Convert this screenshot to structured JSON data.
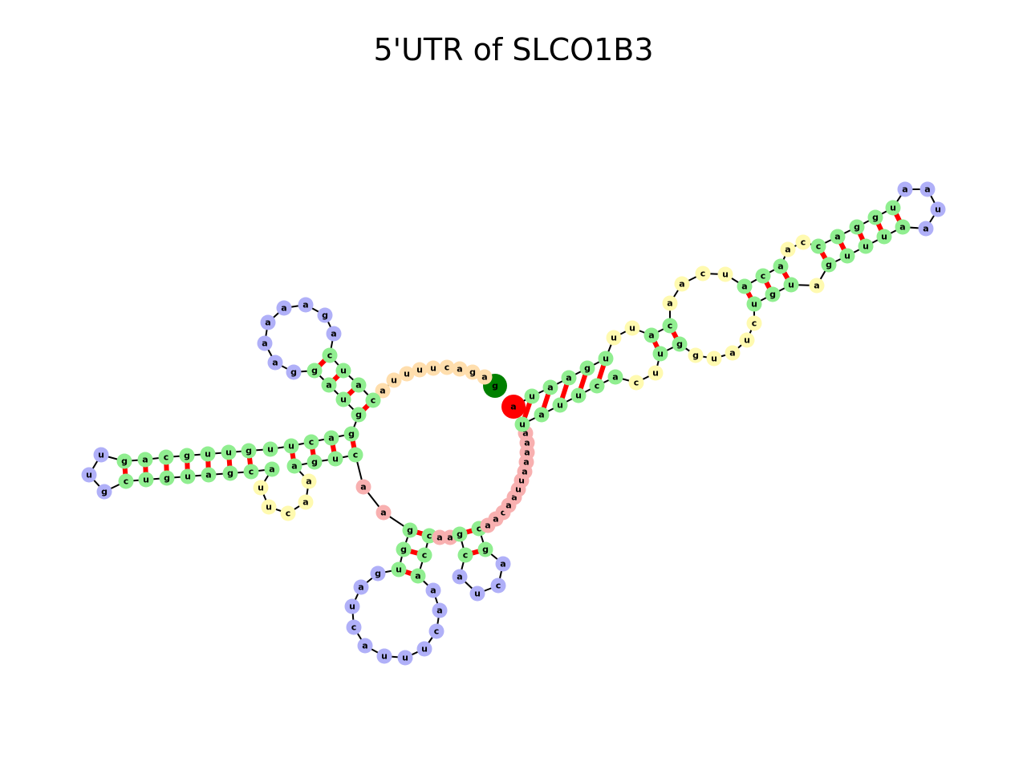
{
  "title": "5'UTR of SLCO1B3",
  "colors": {
    "stem": "#90EE90",
    "hairpin_loop": "#B0B0F8",
    "interior_loop": "#FFFAB0",
    "five_prime_unpaired": "#FFDEAD",
    "three_prime_unpaired": "#F8B0B0",
    "five_prime_end": "#008000",
    "three_prime_end": "#FF0000",
    "pair_bond": "#FF0000",
    "backbone": "#000000"
  },
  "structure": {
    "five_prime_end": "g",
    "five_prime_tail": [
      "a",
      "g",
      "a",
      "c",
      "u",
      "u",
      "u",
      "u",
      "a",
      "a"
    ],
    "multiloop_link": [
      "a",
      "a"
    ],
    "exterior_link": [
      "a",
      "a"
    ],
    "three_prime_tail": [
      "a",
      "a",
      "c",
      "a",
      "a",
      "u",
      "u",
      "a",
      "a",
      "a",
      "a",
      "a"
    ],
    "three_prime_end": "a",
    "helices": [
      {
        "name": "right-arm",
        "five_prime": [
          "u",
          "a",
          "a",
          "g",
          "a",
          "u",
          "c",
          "a",
          "a",
          "c",
          "g",
          "c",
          "a",
          "a"
        ],
        "three_prime": [
          "u",
          "u",
          "u",
          "g",
          "a",
          "u",
          "u",
          "c",
          "u",
          "u",
          "g",
          "u",
          "u",
          "a",
          "u",
          "a"
        ],
        "pairs": [
          [
            "u",
            "a"
          ],
          [
            "a",
            "u"
          ],
          [
            "a",
            "u"
          ],
          [
            "g",
            "c"
          ],
          [
            "a",
            "u"
          ],
          [
            "u",
            "a"
          ],
          [
            "c",
            "g"
          ],
          [
            "u",
            "a"
          ],
          [
            "a",
            "u"
          ],
          [
            "c",
            "g"
          ],
          [
            "a",
            "u"
          ],
          [
            "g",
            "c"
          ],
          [
            "c",
            "g"
          ],
          [
            "a",
            "u"
          ],
          [
            "g",
            "u"
          ],
          [
            "g",
            "u"
          ],
          [
            "u",
            "a"
          ]
        ],
        "interior_loops": [
          {
            "five_prime": [
              "u",
              "u"
            ],
            "three_prime": [
              "c",
              "u"
            ]
          },
          {
            "five_prime": [
              "a",
              "a",
              "c",
              "u"
            ],
            "three_prime": [
              "c",
              "u",
              "u",
              "a",
              "u",
              "g"
            ]
          },
          {
            "five_prime": [
              "a",
              "c"
            ],
            "three_prime": [
              "a"
            ]
          }
        ],
        "hairpin_loop": [
          "a",
          "a",
          "u",
          "a"
        ]
      },
      {
        "name": "upper-left-arm",
        "pairs": [
          [
            "g",
            "c"
          ],
          [
            "u",
            "a"
          ],
          [
            "a",
            "c"
          ],
          [
            "c",
            "u"
          ],
          [
            "g",
            "u"
          ]
        ],
        "hairpin_loop": [
          "a",
          "g",
          "a",
          "a",
          "a",
          "a",
          "g",
          "a"
        ]
      },
      {
        "name": "left-arm",
        "pairs": [
          [
            "g",
            "c"
          ],
          [
            "a",
            "u"
          ],
          [
            "c",
            "g"
          ],
          [
            "u",
            "a"
          ],
          [
            "u",
            "c"
          ],
          [
            "g",
            "a"
          ],
          [
            "u",
            "g"
          ],
          [
            "u",
            "u"
          ],
          [
            "g",
            "a"
          ],
          [
            "c",
            "g"
          ],
          [
            "g",
            "c"
          ],
          [
            "a",
            "u"
          ],
          [
            "g",
            "c"
          ]
        ],
        "interior_loops": [
          {
            "five_prime": [],
            "three_prime": [
              "a",
              "a",
              "c",
              "u",
              "u"
            ]
          }
        ],
        "hairpin_loop": [
          "u",
          "u",
          "g"
        ]
      },
      {
        "name": "bottom-left-arm",
        "pairs": [
          [
            "g",
            "c"
          ],
          [
            "g",
            "c"
          ],
          [
            "u",
            "a"
          ]
        ],
        "hairpin_loop": [
          "g",
          "a",
          "u",
          "c",
          "a",
          "u",
          "u",
          "u",
          "c",
          "a",
          "a"
        ]
      },
      {
        "name": "bottom-right-arm",
        "pairs": [
          [
            "g",
            "c"
          ],
          [
            "c",
            "g"
          ]
        ],
        "hairpin_loop": [
          "a",
          "u",
          "c",
          "a"
        ]
      }
    ]
  }
}
